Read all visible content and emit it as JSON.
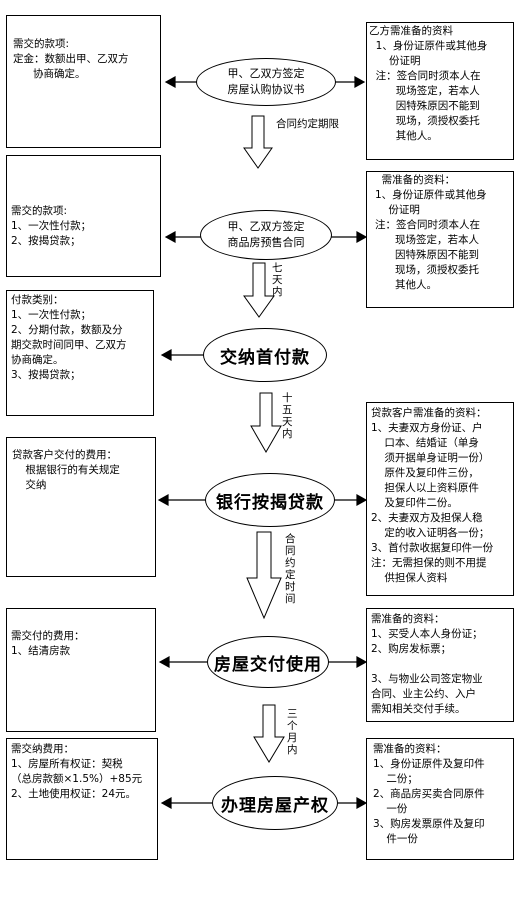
{
  "steps": [
    {
      "title": "甲、乙双方签定\n房屋认购协议书",
      "left": "需交的款项:\n定金：数额出甲、乙双方\n      协商确定。",
      "right": "乙方需准备的资料\n  1、身份证原件或其他身\n      份证明\n  注：签合同时须本人在\n        现场签定，若本人\n        因特殊原因不能到\n        现场，须授权委托\n        其他人。",
      "arrow_label": "合同约定期限"
    },
    {
      "title": "甲、乙双方签定\n商品房预售合同",
      "left": "需交的款项:\n1、一次性付款；\n2、按揭贷款；",
      "right": "  需准备的资料：\n1、身份证原件或其他身\n    份证明\n注：签合同时须本人在\n      现场签定，若本人\n      因特殊原因不能到\n      现场，须授权委托\n      其他人。",
      "arrow_label": "七\n天\n内"
    },
    {
      "title": "交纳首付款",
      "left": "付款类别：\n1、一次性付款；\n2、分期付款，数额及分\n期交款时间同甲、乙双方\n协商确定。\n3、按揭贷款；",
      "arrow_label": "十\n五\n天\n内"
    },
    {
      "title": "银行按揭贷款",
      "left": "贷款客户交付的费用：\n    根据银行的有关规定\n    交纳",
      "right": "贷款客户需准备的资料：\n1、夫妻双方身份证、户\n    口本、结婚证（单身\n    须开据单身证明一份）\n    原件及复印件三份，\n    担保人以上资料原件\n    及复印件二份。\n2、夫妻双方及担保人稳\n    定的收入证明各一份；\n3、首付款收据复印件一份\n注：无需担保的则不用提\n    供担保人资料",
      "arrow_label": "合\n同\n约\n定\n时\n间"
    },
    {
      "title": "房屋交付使用",
      "left": "需交付的费用：\n1、结清房款",
      "right": "需准备的资料：\n1、买受人本人身份证；\n2、购房发标票；\n\n3、与物业公司签定物业\n合同、业主公约、入户\n需知相关交付手续。",
      "arrow_label": "三\n个\n月\n内"
    },
    {
      "title": "办理房屋产权",
      "left": "需交纳费用：\n1、房屋所有权证：契税\n（总房款额×1.5%）+85元\n2、土地使用权证：24元。",
      "right": "需准备的资料：\n1、身份证原件及复印件\n    二份；\n2、商品房买卖合同原件\n    一份\n3、购房发票原件及复印\n    件一份"
    }
  ]
}
